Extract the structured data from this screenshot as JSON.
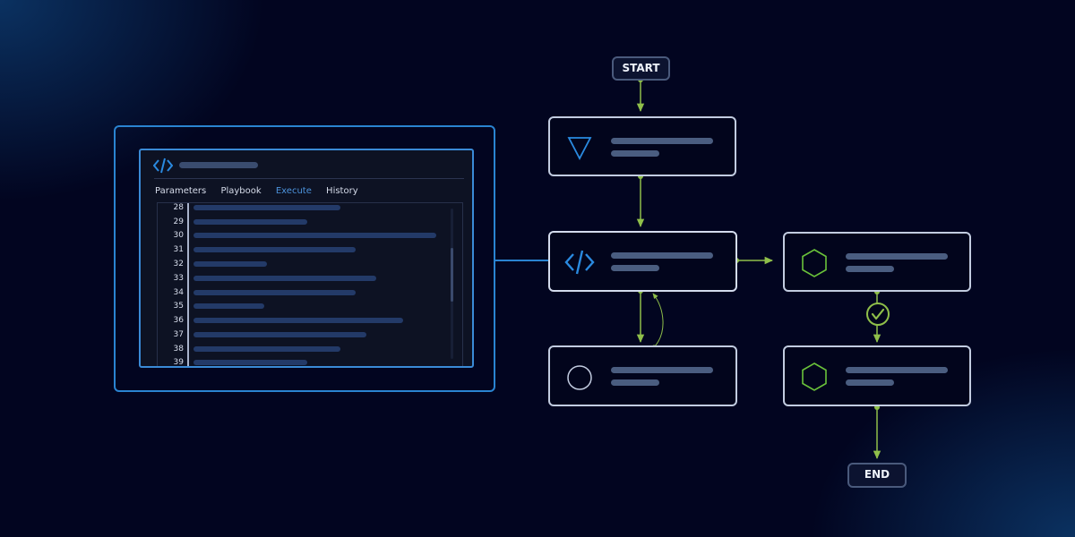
{
  "editor": {
    "tabs": [
      {
        "label": "Parameters",
        "active": false
      },
      {
        "label": "Playbook",
        "active": false
      },
      {
        "label": "Execute",
        "active": true
      },
      {
        "label": "History",
        "active": false
      }
    ],
    "line_numbers": [
      "28",
      "29",
      "30",
      "31",
      "32",
      "33",
      "34",
      "35",
      "36",
      "37",
      "38",
      "39"
    ]
  },
  "flow": {
    "start_label": "START",
    "end_label": "END"
  },
  "colors": {
    "accent_blue": "#2a84d1",
    "flow_green": "#8fbf4a",
    "node_border": "#c2cce0"
  }
}
